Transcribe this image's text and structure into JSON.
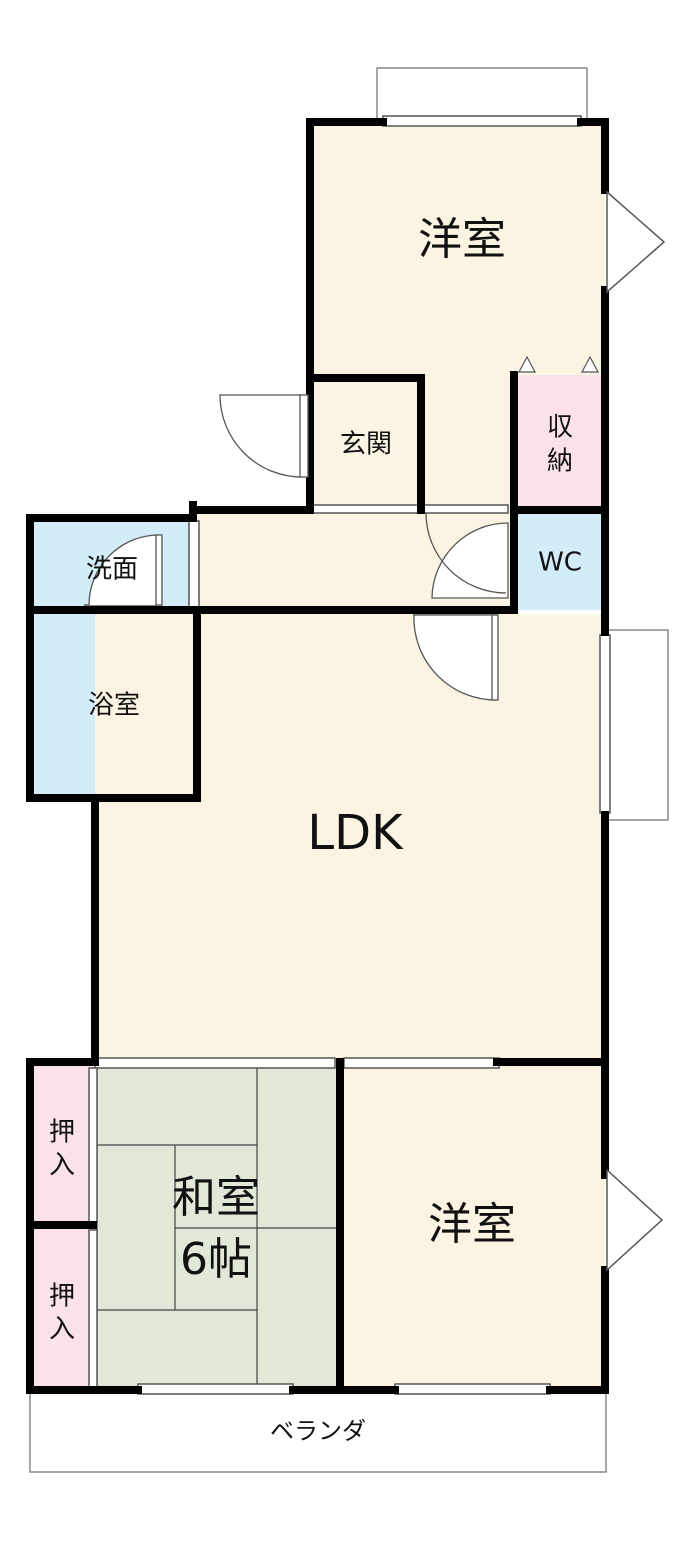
{
  "colors": {
    "wall": "#000000",
    "room_cream": "#fcf4e2",
    "wet_blue": "#d2ecf8",
    "closet_pink": "#fbe1ec",
    "tatami_green": "#e2e8d8",
    "tatami_line": "#444444",
    "outline_gray": "#888888"
  },
  "rooms": {
    "western_top": "洋室",
    "entrance": "玄関",
    "storage_line1": "収",
    "storage_line2": "納",
    "washroom": "洗面",
    "wc": "WC",
    "bathroom": "浴室",
    "ldk": "LDK",
    "japanese_line1": "和室",
    "japanese_line2": "6帖",
    "closet1_line1": "押",
    "closet1_line2": "入",
    "closet2_line1": "押",
    "closet2_line2": "入",
    "western_bottom": "洋室",
    "veranda": "ベランダ"
  }
}
